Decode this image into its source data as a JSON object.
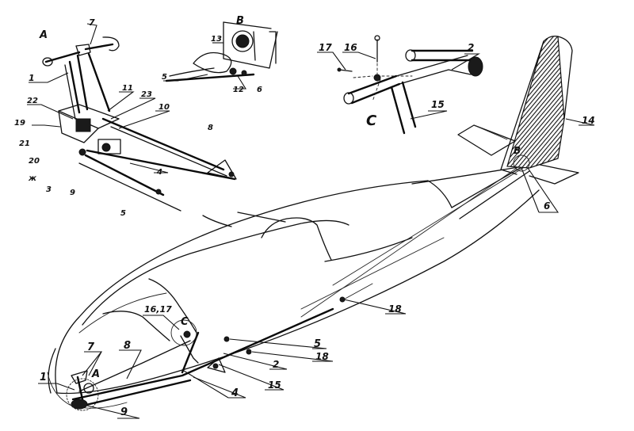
{
  "views": {
    "A": "A",
    "B": "B",
    "C": "C"
  },
  "callouts": {
    "v_7": "7",
    "v_1": "1",
    "v_11": "11",
    "v_23": "23",
    "v_22": "22",
    "v_10": "10",
    "v_19": "19",
    "v_21": "21",
    "v_20": "20",
    "v_x": "ж",
    "v_3": "3",
    "v_9": "9",
    "v_8": "8",
    "v_4": "4",
    "v_5": "5",
    "b_13": "13",
    "b_5": "5",
    "b_12": "12",
    "b_6": "6",
    "c_17": "17",
    "c_16": "16",
    "c_2": "2",
    "c_15": "15",
    "t_14": "14",
    "t_B": "B",
    "t_6": "6",
    "m_18a": "18",
    "m_1617": "16,17",
    "m_C": "C",
    "m_7": "7",
    "m_8": "8",
    "m_1": "1",
    "m_A": "A",
    "m_9": "9",
    "m_5": "5",
    "m_18b": "18",
    "m_2": "2",
    "m_4": "4",
    "m_15": "15"
  }
}
